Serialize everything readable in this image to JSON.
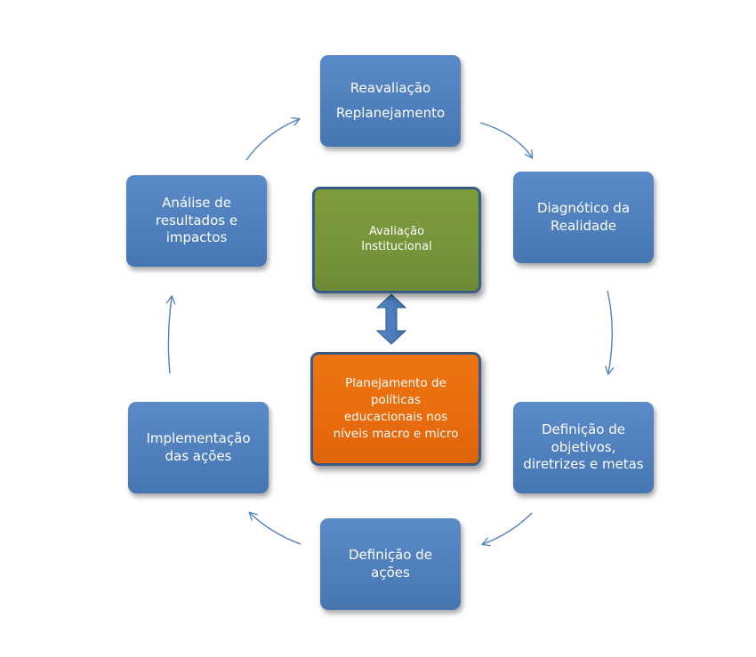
{
  "diagram": {
    "cycle": {
      "reavaliacao": {
        "line1": "Reavaliação",
        "line2": "Replanejamento"
      },
      "diagnostico": {
        "line1": "Diagnótico da",
        "line2": "Realidade"
      },
      "objetivos": {
        "line1": "Definição de",
        "line2": "objetivos,",
        "line3": "diretrizes e metas"
      },
      "acoes": {
        "line1": "Definição de",
        "line2": "ações"
      },
      "implementacao": {
        "line1": "Implementação",
        "line2": "das ações"
      },
      "analise": {
        "line1": "Análise de",
        "line2": "resultados e",
        "line3": "impactos"
      }
    },
    "center": {
      "avaliacao": {
        "line1": "Avaliação",
        "line2": "Institucional"
      },
      "planejamento": {
        "line1": "Planejamento de",
        "line2": "políticas",
        "line3": "educacionais nos",
        "line4": "níveis macro e micro"
      }
    },
    "colors": {
      "cycle_box": "#4f81bd",
      "avaliacao_box": "#77933c",
      "planejamento_box": "#e46c0a",
      "connector": "#4f81bd",
      "box_border": "#3c5b84"
    }
  }
}
